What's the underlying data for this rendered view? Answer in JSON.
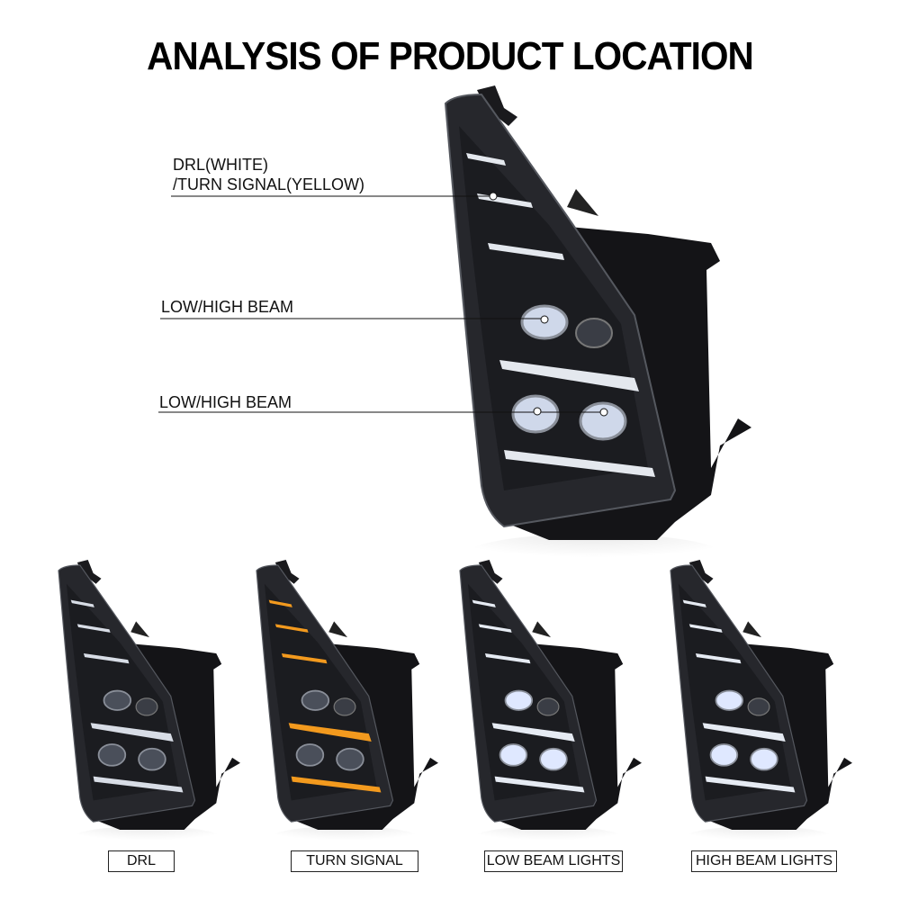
{
  "title": "ANALYSIS OF PRODUCT LOCATION",
  "callouts": {
    "drl_line1": "DRL(WHITE)",
    "drl_line2": "/TURN SIGNAL(YELLOW)",
    "low_high_1": "LOW/HIGH BEAM",
    "low_high_2": "LOW/HIGH BEAM"
  },
  "variants": [
    {
      "label": "DRL",
      "bar_color": "#d8dde6",
      "lens_color": "#4a4f5a"
    },
    {
      "label": "TURN SIGNAL",
      "bar_color": "#f39a1e",
      "lens_color": "#4a4f5a"
    },
    {
      "label": "LOW BEAM LIGHTS",
      "bar_color": "#e6ebf3",
      "lens_color": "#dfe8ff"
    },
    {
      "label": "HIGH BEAM LIGHTS",
      "bar_color": "#e6ebf3",
      "lens_color": "#dfe8ff"
    }
  ]
}
